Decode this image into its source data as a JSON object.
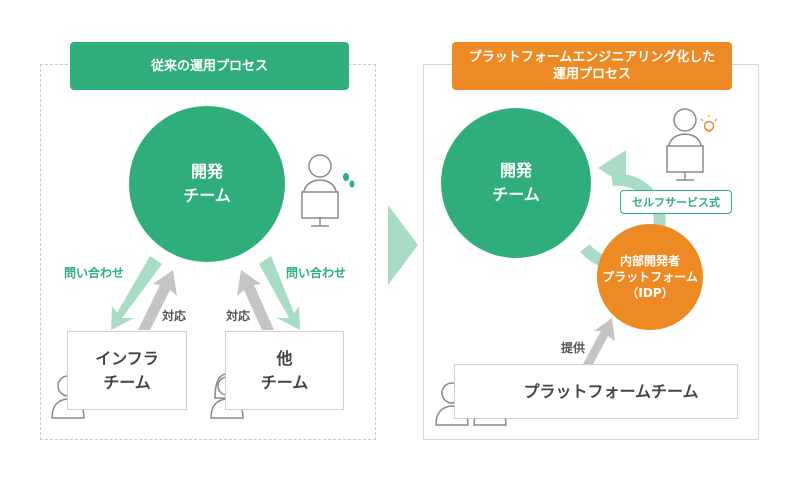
{
  "left": {
    "title": "従来の運用プロセス",
    "dev_line1": "開発",
    "dev_line2": "チーム",
    "inquiry_left": "問い合わせ",
    "inquiry_right": "問い合わせ",
    "response_left": "対応",
    "response_right": "対応",
    "infra_line1": "インフラ",
    "infra_line2": "チーム",
    "other_line1": "他",
    "other_line2": "チーム"
  },
  "right": {
    "title_line1": "プラットフォームエンジニアリング化した",
    "title_line2": "運用プロセス",
    "dev_line1": "開発",
    "dev_line2": "チーム",
    "self_service": "セルフサービス式",
    "idp_line1": "内部開発者",
    "idp_line2": "プラットフォーム",
    "idp_line3": "（IDP）",
    "provide": "提供",
    "platform_team": "プラットフォームチーム"
  },
  "colors": {
    "green": "#2fae7b",
    "light_green": "#a9dcc5",
    "orange": "#ee8a24",
    "gray_arrow": "#c4c4c4",
    "icon_gray": "#8a8a8a"
  },
  "icons": [
    "worker-at-monitor-icon",
    "sweat-drops-icon",
    "lightbulb-icon",
    "male-person-icon",
    "female-person-icon",
    "surprise-marks-icon"
  ]
}
